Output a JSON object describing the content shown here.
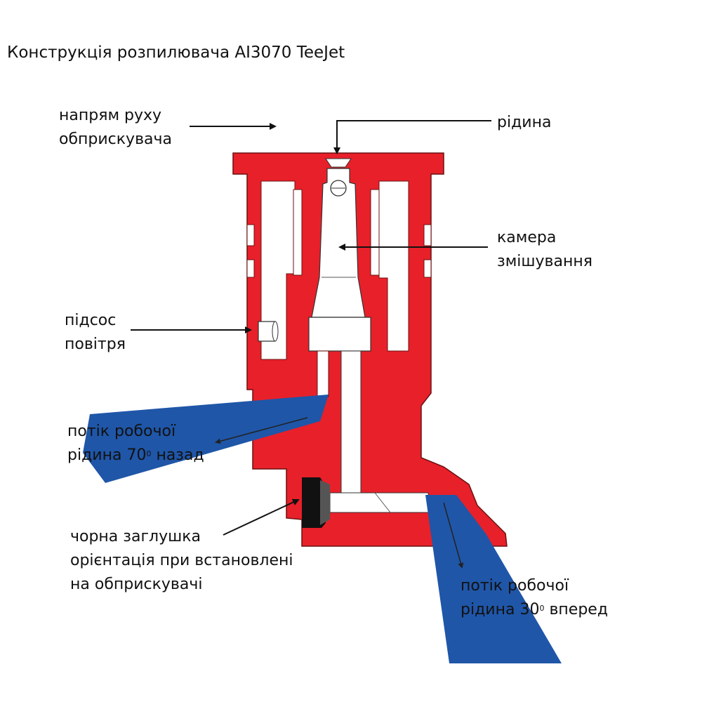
{
  "title": "Конструкція розпилювача AI3070 TeeJet",
  "labels": {
    "direction": [
      "напрям руху",
      "обприскувача"
    ],
    "liquid": "рідина",
    "mixing_chamber": [
      "камера",
      "змішування"
    ],
    "air_intake": [
      "підсос",
      "повітря"
    ],
    "flow_back": {
      "line1": "потік робочої",
      "line2_pre": "рідина 70",
      "degree": "0",
      "line2_post": " назад"
    },
    "black_cap": [
      "чорна заглушка",
      "орієнтація при встановлені",
      "на обприскувачі"
    ],
    "flow_forward": {
      "line1": "потік робочої",
      "line2_pre": "рідина 30",
      "degree": "0",
      "line2_post": " вперед"
    }
  },
  "colors": {
    "body": "#E8202A",
    "spray": "#1F56A8",
    "cap": "#111111",
    "insert": "#FFFFFF",
    "outline": "#6a1010"
  }
}
